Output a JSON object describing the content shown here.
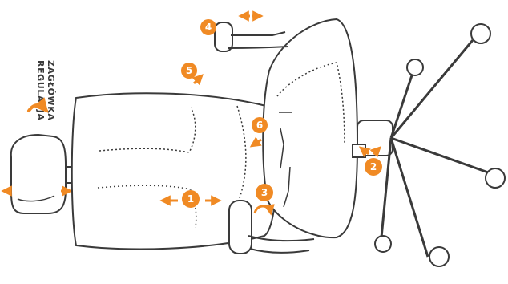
{
  "diagram": {
    "title_lines": [
      "REGULACJA",
      "ZAGŁÓWKA"
    ],
    "markers": [
      "1",
      "2",
      "3",
      "4",
      "5",
      "6"
    ],
    "colors": {
      "accent": "#f08a24",
      "line": "#3a3a3a",
      "background": "#ffffff"
    }
  }
}
